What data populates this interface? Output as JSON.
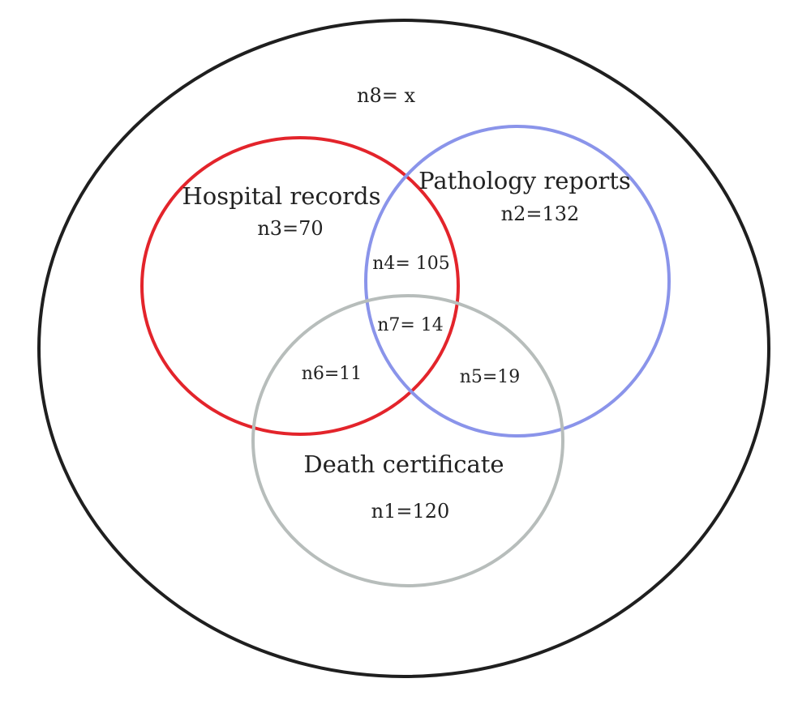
{
  "colors": {
    "universe": "#1f1f1f",
    "hospital_records": "#e3242b",
    "pathology_reports": "#8a94ea",
    "death_certificate": "#b7bdbb",
    "text": "#222222"
  },
  "universe": {
    "label": "n8= x"
  },
  "sets": {
    "hospital_records": {
      "name": "Hospital records",
      "count_label": "n3=70"
    },
    "pathology_reports": {
      "name": "Pathology reports",
      "count_label": "n2=132"
    },
    "death_certificate": {
      "name": "Death certificate",
      "count_label": "n1=120"
    }
  },
  "intersections": {
    "hospital_pathology": "n4= 105",
    "all_three": "n7= 14",
    "hospital_death": "n6=11",
    "pathology_death": "n5=19"
  }
}
